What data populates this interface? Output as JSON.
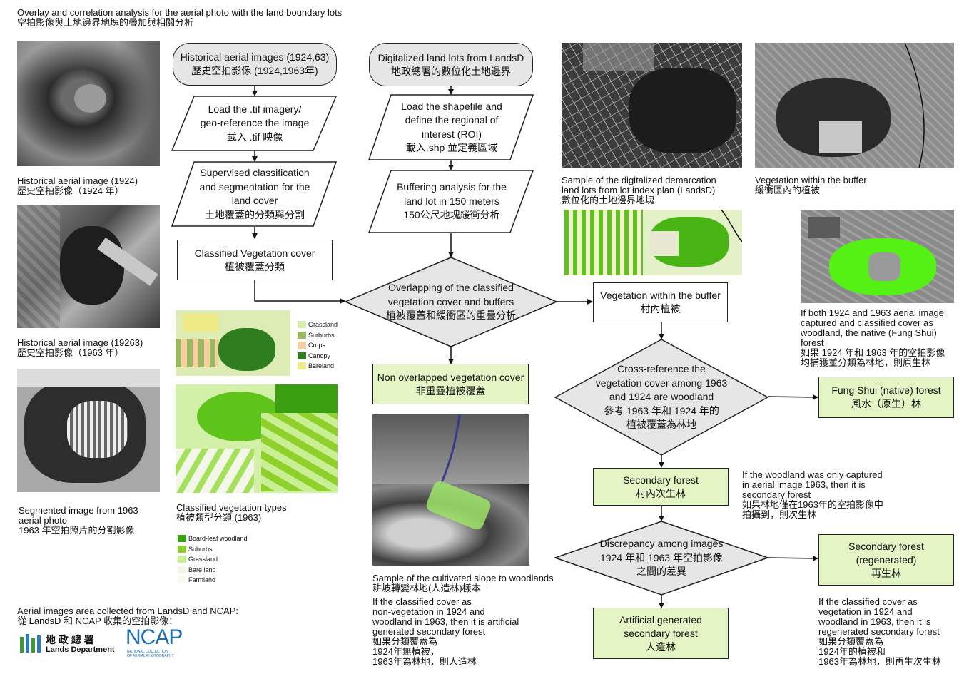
{
  "header": {
    "title_en": "Overlay and correlation analysis for the aerial photo with the land boundary lots",
    "title_zh": "空拍影像與土地邊界地塊的疊加與相關分析"
  },
  "left_column": {
    "caption_1924": "Historical aerial image (1924)\n歷史空拍影像（1924 年）",
    "caption_1963": "Historical aerial image (19263)\n歷史空拍影像（1963 年）",
    "caption_segmented": "Segmented image from 1963\naerial photo\n1963 年空拍照片的分割影像"
  },
  "flow_left": {
    "start": "Historical aerial images (1924,63)\n歷史空拍影像 (1924,1963年)",
    "load": "Load the .tif imagery/\ngeo-reference the image\n載入 .tif 映像",
    "classify": "Supervised classification\nand segmentation for the\nland cover\n土地覆蓋的分類與分割",
    "veg_cover": "Classified Vegetation cover\n植被覆蓋分類"
  },
  "flow_center": {
    "start": "Digitalized land lots from LandsD\n地政總署的數位化土地邊界",
    "load": "Load the shapefile and\ndefine the regional of\ninterest (ROI)\n載入.shp 並定義區域",
    "buffer": "Buffering analysis for the\nland lot in 150 meters\n150公尺地塊緩衝分析",
    "overlap": "Overlapping of the classified\nvegetation cover and buffers\n植被覆蓋和緩衝區的重疊分析",
    "non_overlap": "Non overlapped vegetation cover\n非重疊植被覆蓋"
  },
  "flow_right": {
    "within_buffer": "Vegetation within the buffer\n村內植被",
    "cross_ref": "Cross-reference the\nvegetation cover among 1963\nand 1924 are woodland\n參考 1963 年和 1924 年的\n植被覆蓋為林地",
    "fung_shui": "Fung Shui (native) forest\n風水（原生）林",
    "secondary": "Secondary forest\n村內次生林",
    "discrepancy": "Discrepancy among images\n1924 年和 1963 年空拍影像\n之間的差異",
    "regenerated": "Secondary forest\n(regenerated)\n再生林",
    "artificial": "Artificial generated\nsecondary forest\n人造林"
  },
  "legend_1": {
    "items": [
      {
        "label": "Grassland",
        "color": "#d6ebb2"
      },
      {
        "label": "Surburbs",
        "color": "#9cb862"
      },
      {
        "label": "Crops",
        "color": "#f6cfa0"
      },
      {
        "label": "Canopy",
        "color": "#2e7d1e"
      },
      {
        "label": "Bareland",
        "color": "#eeea86"
      }
    ]
  },
  "legend_2": {
    "items": [
      {
        "label": "Board-leaf woodland",
        "color": "#3aa012"
      },
      {
        "label": "Suburbs",
        "color": "#8fd12a"
      },
      {
        "label": "Grassland",
        "color": "#c8ef94"
      },
      {
        "label": "Bare land",
        "color": "#f2f7e8"
      },
      {
        "label": "Farmland",
        "color": "#f7faf2"
      }
    ]
  },
  "captions": {
    "classified_types": "Classified vegetation types\n植被類型分類 (1963)",
    "cultivated_slope": "Sample of the cultivated slope to woodlands\n耕坡轉變林地(人造林)樣本",
    "artificial_note": "If the classified cover as\nnon-vegetation in 1924 and\nwoodland in 1963, then it is artificial\ngenerated secondary forest\n如果分類覆蓋為\n1924年無植被，\n1963年為林地，則人造林",
    "digitalized_lots": "Sample of the digitalized demarcation\nland lots from lot index plan (LandsD)\n數位化的土地邊界地塊",
    "veg_buffer": "Vegetation within the buffer\n緩衝區內的植被",
    "fung_shui_note": "If both 1924 and 1963 aerial image\ncaptured and classified cover as\nwoodland, the native (Fung Shui)\nforest\n如果 1924 年和 1963 年的空拍影像\n均捕獲並分類為林地，則原生林",
    "secondary_note": "If the woodland was only captured\nin aerial image 1963, then it is\nsecondary forest\n如果林地僅在1963年的空拍影像中\n拍攝到，則次生林",
    "regenerated_note": "If the classified cover as\nvegetation in 1924 and\nwoodland in 1963, then it is\nregenerated secondary forest\n如果分類覆蓋為\n1924年的植被和\n1963年為林地，則再生次生林"
  },
  "footer": {
    "source": "Aerial images area collected from LandsD and NCAP:\n從 LandsD 和 NCAP 收集的空拍影像：",
    "landsd_zh": "地 政 總 署",
    "landsd_en": "Lands Department",
    "ncap": "NCAP",
    "ncap_sub": "NATIONAL COLLECTION\nOF AERIAL PHOTOGRAPHY"
  }
}
